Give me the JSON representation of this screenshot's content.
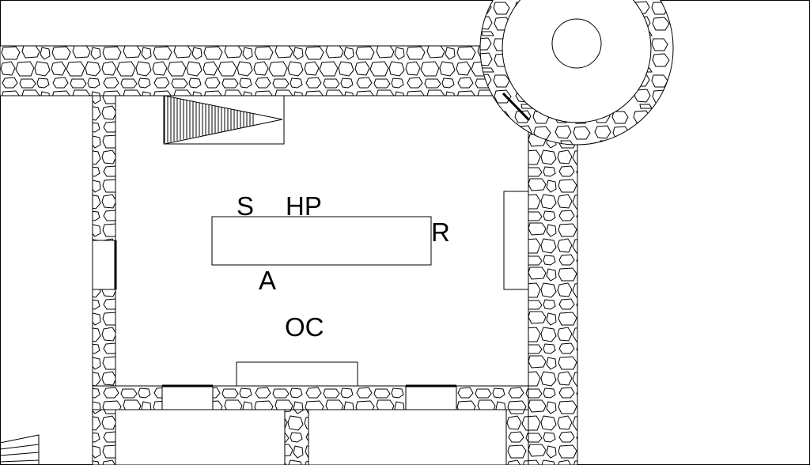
{
  "labels": {
    "s": "S",
    "hp": "HP",
    "r": "R",
    "a": "A",
    "oc": "OC"
  },
  "colors": {
    "stroke": "#000000",
    "background": "#ffffff"
  }
}
